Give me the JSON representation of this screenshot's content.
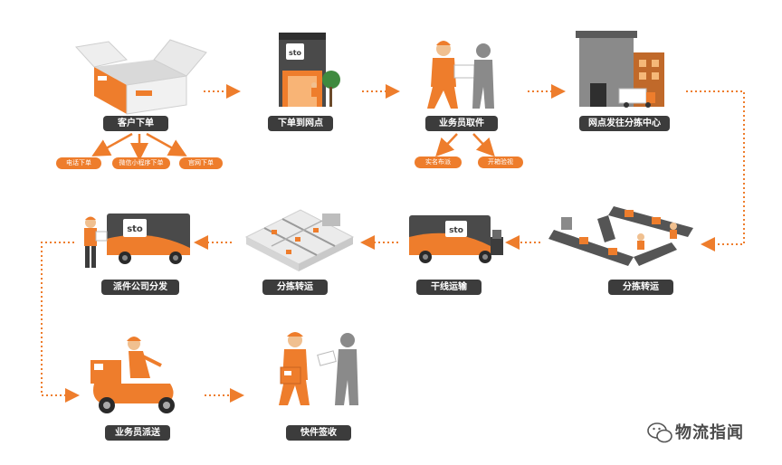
{
  "steps": [
    {
      "label": "客户下单",
      "icon": "parcel-box-icon"
    },
    {
      "label": "下单到网点",
      "icon": "outlet-building-icon"
    },
    {
      "label": "业务员取件",
      "icon": "courier-pickup-icon"
    },
    {
      "label": "网点发往分拣中心",
      "icon": "depot-warehouse-icon"
    },
    {
      "label": "分拣转运",
      "icon": "conveyor-belt-icon"
    },
    {
      "label": "干线运输",
      "icon": "truck-icon"
    },
    {
      "label": "分拣转运",
      "icon": "sorting-center-icon"
    },
    {
      "label": "派件公司分发",
      "icon": "delivery-truck-icon"
    },
    {
      "label": "业务员派送",
      "icon": "scooter-courier-icon"
    },
    {
      "label": "快件签收",
      "icon": "package-handover-icon"
    }
  ],
  "order_channels": [
    "电话下单",
    "微信小程序下单",
    "官网下单"
  ],
  "pickup_checks": [
    "实名布派",
    "开箱验视"
  ],
  "brand": {
    "logo_text": "sto"
  },
  "watermark": {
    "text": "物流指闻",
    "icon": "wechat-logo-icon"
  },
  "colors": {
    "orange": "#ee7d2c",
    "dark": "#3c3c3c",
    "gray": "#8a8a8a",
    "light": "#e6e6e6"
  }
}
